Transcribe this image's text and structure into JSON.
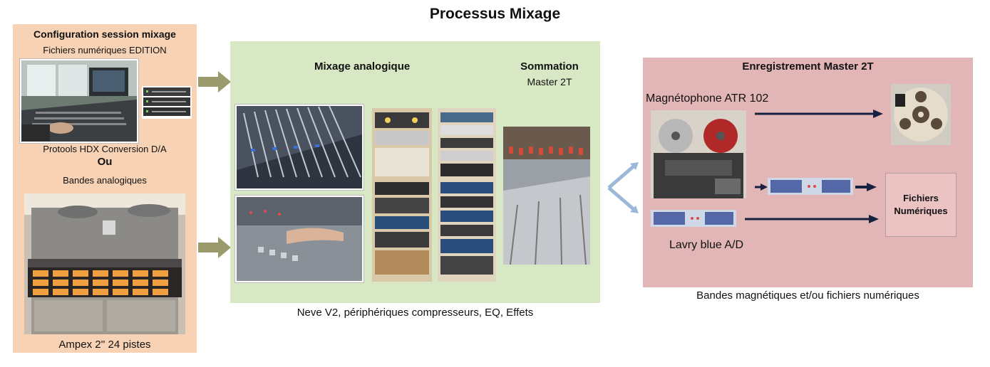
{
  "title": "Processus Mixage",
  "left": {
    "heading": "Configuration session mixage",
    "subheading": "Fichiers numériques EDITION",
    "protools_caption": "Protools HDX Conversion D/A",
    "or_label": "Ou",
    "tapes_label": "Bandes analogiques",
    "ampex_caption": "Ampex 2'' 24 pistes"
  },
  "middle": {
    "analog_heading": "Mixage analogique",
    "summing_heading": "Sommation",
    "summing_sub": "Master 2T",
    "caption": "Neve V2, périphériques compresseurs, EQ, Effets"
  },
  "right": {
    "heading": "Enregistrement Master 2T",
    "recorder_label": "Magnétophone ATR 102",
    "lavry_label": "Lavry blue A/D",
    "digital_files_label": "Fichiers Numériques",
    "caption": "Bandes magnétiques et/ou fichiers numériques"
  },
  "colors": {
    "left_panel": "#f8d2b4",
    "middle_panel": "#d9e8c4",
    "right_panel": "#e2b6b6",
    "olive_arrow": "#9a9a6c",
    "navy_arrow": "#15213f"
  },
  "icons": [
    "daw-studio-photo",
    "converter-rack-photo",
    "ampex-tape-machine-photo",
    "console-photo",
    "outboard-rack-photo",
    "atr102-recorder-photo",
    "reel-photo",
    "lavry-converter-photo"
  ]
}
